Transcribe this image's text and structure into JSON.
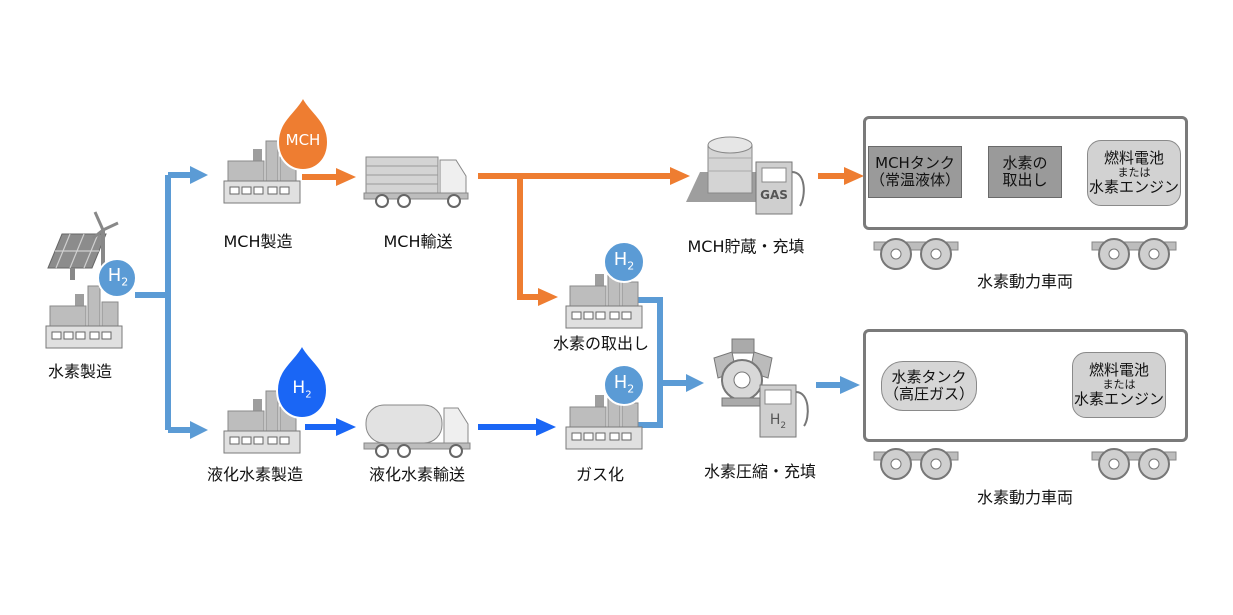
{
  "colors": {
    "orange": "#ee7d31",
    "dark_blue": "#1a66f5",
    "light_blue": "#5b9bd5",
    "h2_circle": "#5b9bd5",
    "gray_icon": "#9e9e9e"
  },
  "icons": {
    "h2_badge": "H",
    "h2_sub": "2",
    "mch_drop": "MCH",
    "gas_sign": "GAS"
  },
  "nodes": {
    "hydrogen_production": "水素製造",
    "mch_production": "MCH製造",
    "mch_transport": "MCH輸送",
    "mch_storage": "MCH貯蔵・充填",
    "dehydrogenation": "水素の取出し",
    "liquefied_production": "液化水素製造",
    "liquefied_transport": "液化水素輸送",
    "gasification": "ガス化",
    "compression": "水素圧縮・充填"
  },
  "vehicle_top": {
    "label": "水素動力車両",
    "tank_line1": "MCHタンク",
    "tank_line2": "（常温液体）",
    "extract_line1": "水素の",
    "extract_line2": "取出し",
    "power_line1": "燃料電池",
    "power_line2": "または",
    "power_line3": "水素エンジン"
  },
  "vehicle_bottom": {
    "label": "水素動力車両",
    "tank_line1": "水素タンク",
    "tank_line2": "（高圧ガス）",
    "power_line1": "燃料電池",
    "power_line2": "または",
    "power_line3": "水素エンジン"
  }
}
